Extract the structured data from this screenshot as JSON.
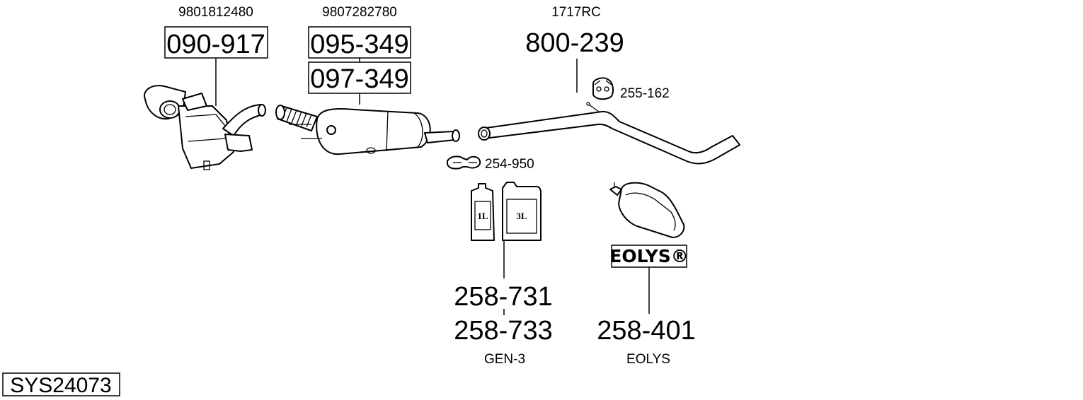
{
  "diagram": {
    "system_id": "SYS24073",
    "parts": {
      "catalyst": {
        "oe_number": "9801812480",
        "part_number": "090-917"
      },
      "dpf": {
        "oe_number": "9807282780",
        "part_number_1": "095-349",
        "part_number_2": "097-349"
      },
      "pipe": {
        "oe_number": "1717RC",
        "part_number": "800-239"
      },
      "rubber_mount": {
        "part_number": "255-162"
      },
      "clamp": {
        "part_number": "254-950"
      },
      "additive": {
        "can_small_label": "1L",
        "can_large_label": "3L",
        "part_number_1": "258-731",
        "part_number_2": "258-733",
        "caption": "GEN-3"
      },
      "eolys_tank": {
        "brand_label": "EOLYS®",
        "part_number": "258-401",
        "caption": "EOLYS"
      }
    }
  }
}
